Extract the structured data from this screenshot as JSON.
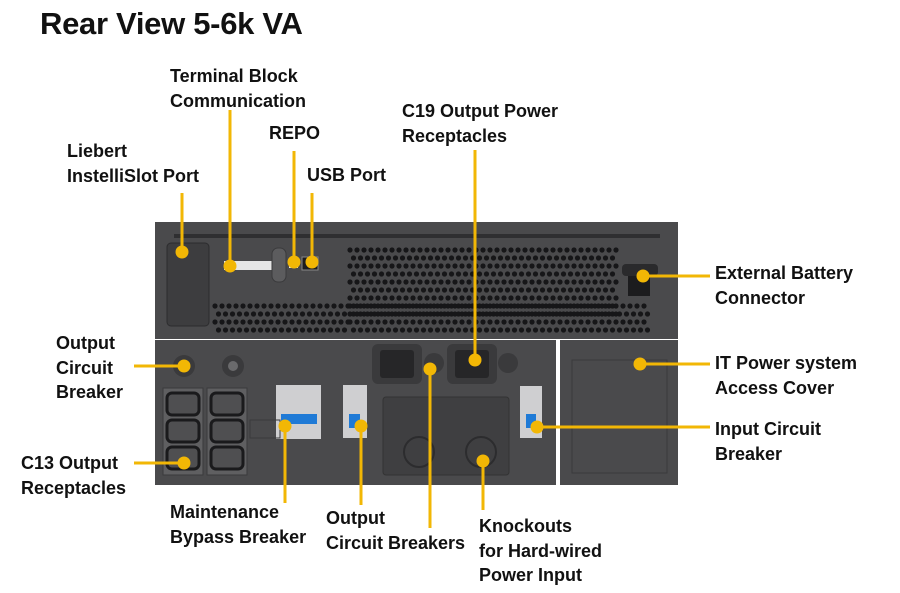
{
  "title": "Rear View 5-6k VA",
  "colors": {
    "callout": "#f2b705",
    "panel": "#4a4a4c",
    "panel_dark": "#2f2f31",
    "breaker_blue": "#1f7ad6",
    "text": "#111111"
  },
  "labels": {
    "terminal_block": "Terminal Block\nCommunication",
    "repo": "REPO",
    "liebert_port": "Liebert\nInstelliSlot Port",
    "usb_port": "USB Port",
    "c19_receptacles": "C19 Output Power\nReceptacles",
    "external_battery": "External Battery\nConnector",
    "output_circuit_breaker": "Output\nCircuit\nBreaker",
    "it_power_cover": "IT Power system\nAccess Cover",
    "input_circuit_breaker": "Input Circuit\nBreaker",
    "c13_receptacles": "C13 Output\nReceptacles",
    "maintenance_bypass": "Maintenance\nBypass Breaker",
    "output_circuit_breakers": "Output\nCircuit Breakers",
    "knockouts": "Knockouts\nfor Hard-wired\nPower Input"
  }
}
